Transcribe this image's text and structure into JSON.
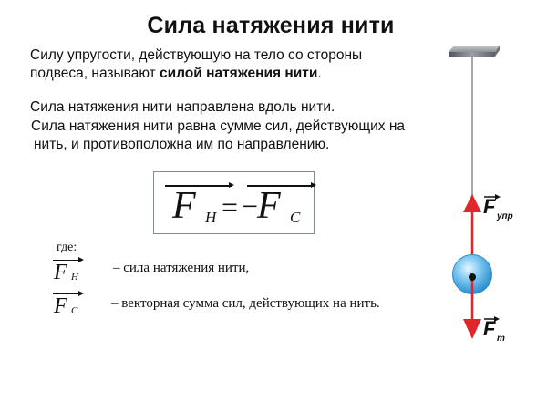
{
  "slide": {
    "title": "Сила натяжения нити",
    "intro": {
      "line1": "Силу упругости, действующую на тело со стороны",
      "line2_prefix": "подвеса, называют ",
      "line2_bold": "силой натяжения нити",
      "line2_suffix": "."
    },
    "statements": [
      "Сила натяжения нити направлена вдоль нити.",
      "Сила натяжения нити равна сумме сил, действующих на",
      "нить, и противоположна им по направлению."
    ],
    "formula": {
      "lhs_symbol": "F",
      "lhs_subscript": "Н",
      "operator": "=",
      "minus": "−",
      "rhs_symbol": "F",
      "rhs_subscript": "C"
    },
    "legend": {
      "where_label": "где:",
      "items": [
        {
          "symbol": "F",
          "subscript": "Н",
          "description": "–  сила натяжения нити,"
        },
        {
          "symbol": "F",
          "subscript": "C",
          "description": "– векторная сумма сил, действующих на нить."
        }
      ]
    },
    "diagram": {
      "up_force": {
        "symbol": "F",
        "subscript": "упр"
      },
      "down_force": {
        "symbol": "F",
        "subscript": "т"
      },
      "colors": {
        "arrow": "#e0262b",
        "string": "#a8a8a8",
        "ball": "#5bb8ea",
        "plate": "#6d7278"
      }
    }
  }
}
